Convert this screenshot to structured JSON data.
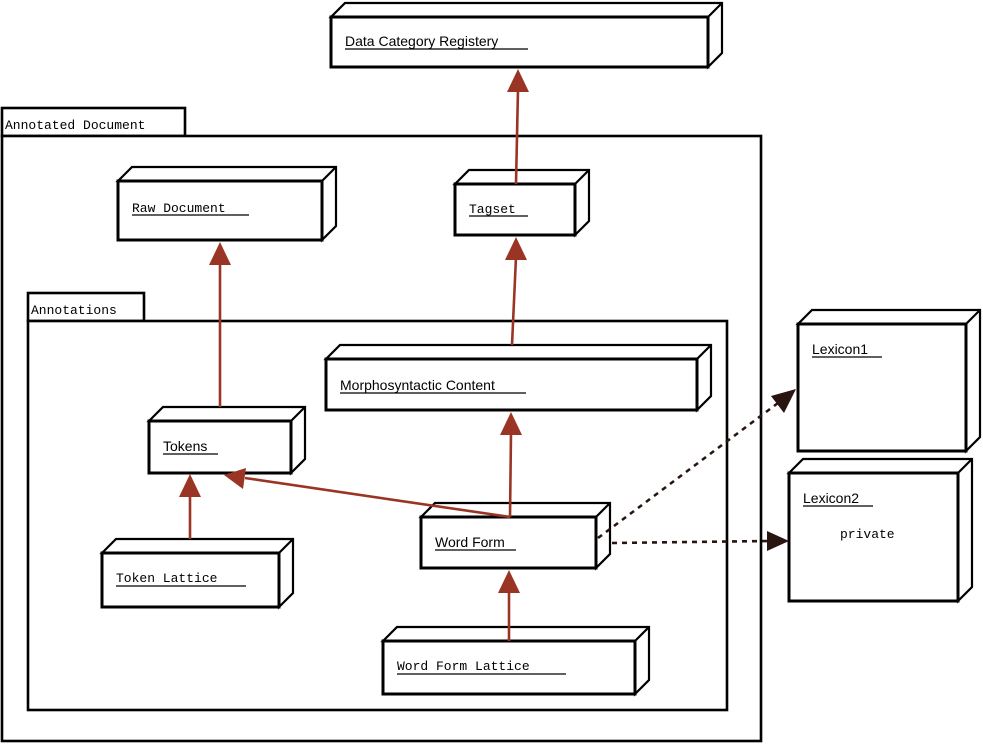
{
  "frames": {
    "annotated_document": "Annotated Document",
    "annotations": "Annotations"
  },
  "nodes": {
    "data_category_registery": "Data Category Registery",
    "raw_document": "Raw Document",
    "tagset": "Tagset",
    "morphosyntactic_content": "Morphosyntactic Content",
    "tokens": "Tokens",
    "token_lattice": "Token Lattice",
    "word_form": "Word Form",
    "word_form_lattice": "Word Form Lattice",
    "lexicon1": "Lexicon1",
    "lexicon2": "Lexicon2"
  },
  "lexicon2_note": "private",
  "colors": {
    "generalization_arrow": "#9a3525",
    "dependency_arrow": "#2a1410"
  }
}
